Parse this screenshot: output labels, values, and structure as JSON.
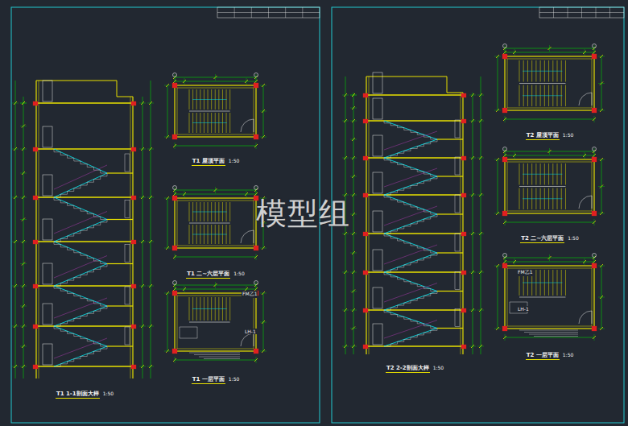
{
  "diagram": {
    "nodes": [
      {
        "text": [
          "T1 1-1剖面大样",
          "1:50"
        ]
      },
      {
        "text": [
          "T1 屋顶平面",
          "1:50"
        ]
      },
      {
        "text": [
          "T1 二~六层平面",
          "1:50"
        ]
      },
      {
        "text": [
          "T1 一层平面",
          "1:50"
        ]
      },
      {
        "text": [
          "T2 2-2剖面大样",
          "1:50"
        ]
      },
      {
        "text": [
          "T2 屋顶平面",
          "1:50"
        ]
      },
      {
        "text": [
          "T2 二~六层平面",
          "1:50"
        ]
      },
      {
        "text": [
          "T2 一层平面",
          "1:50"
        ]
      }
    ],
    "edges": [],
    "labels": [
      "模型组",
      "FM乙1",
      "LH-1",
      "FM乙1",
      "LH-1"
    ]
  }
}
